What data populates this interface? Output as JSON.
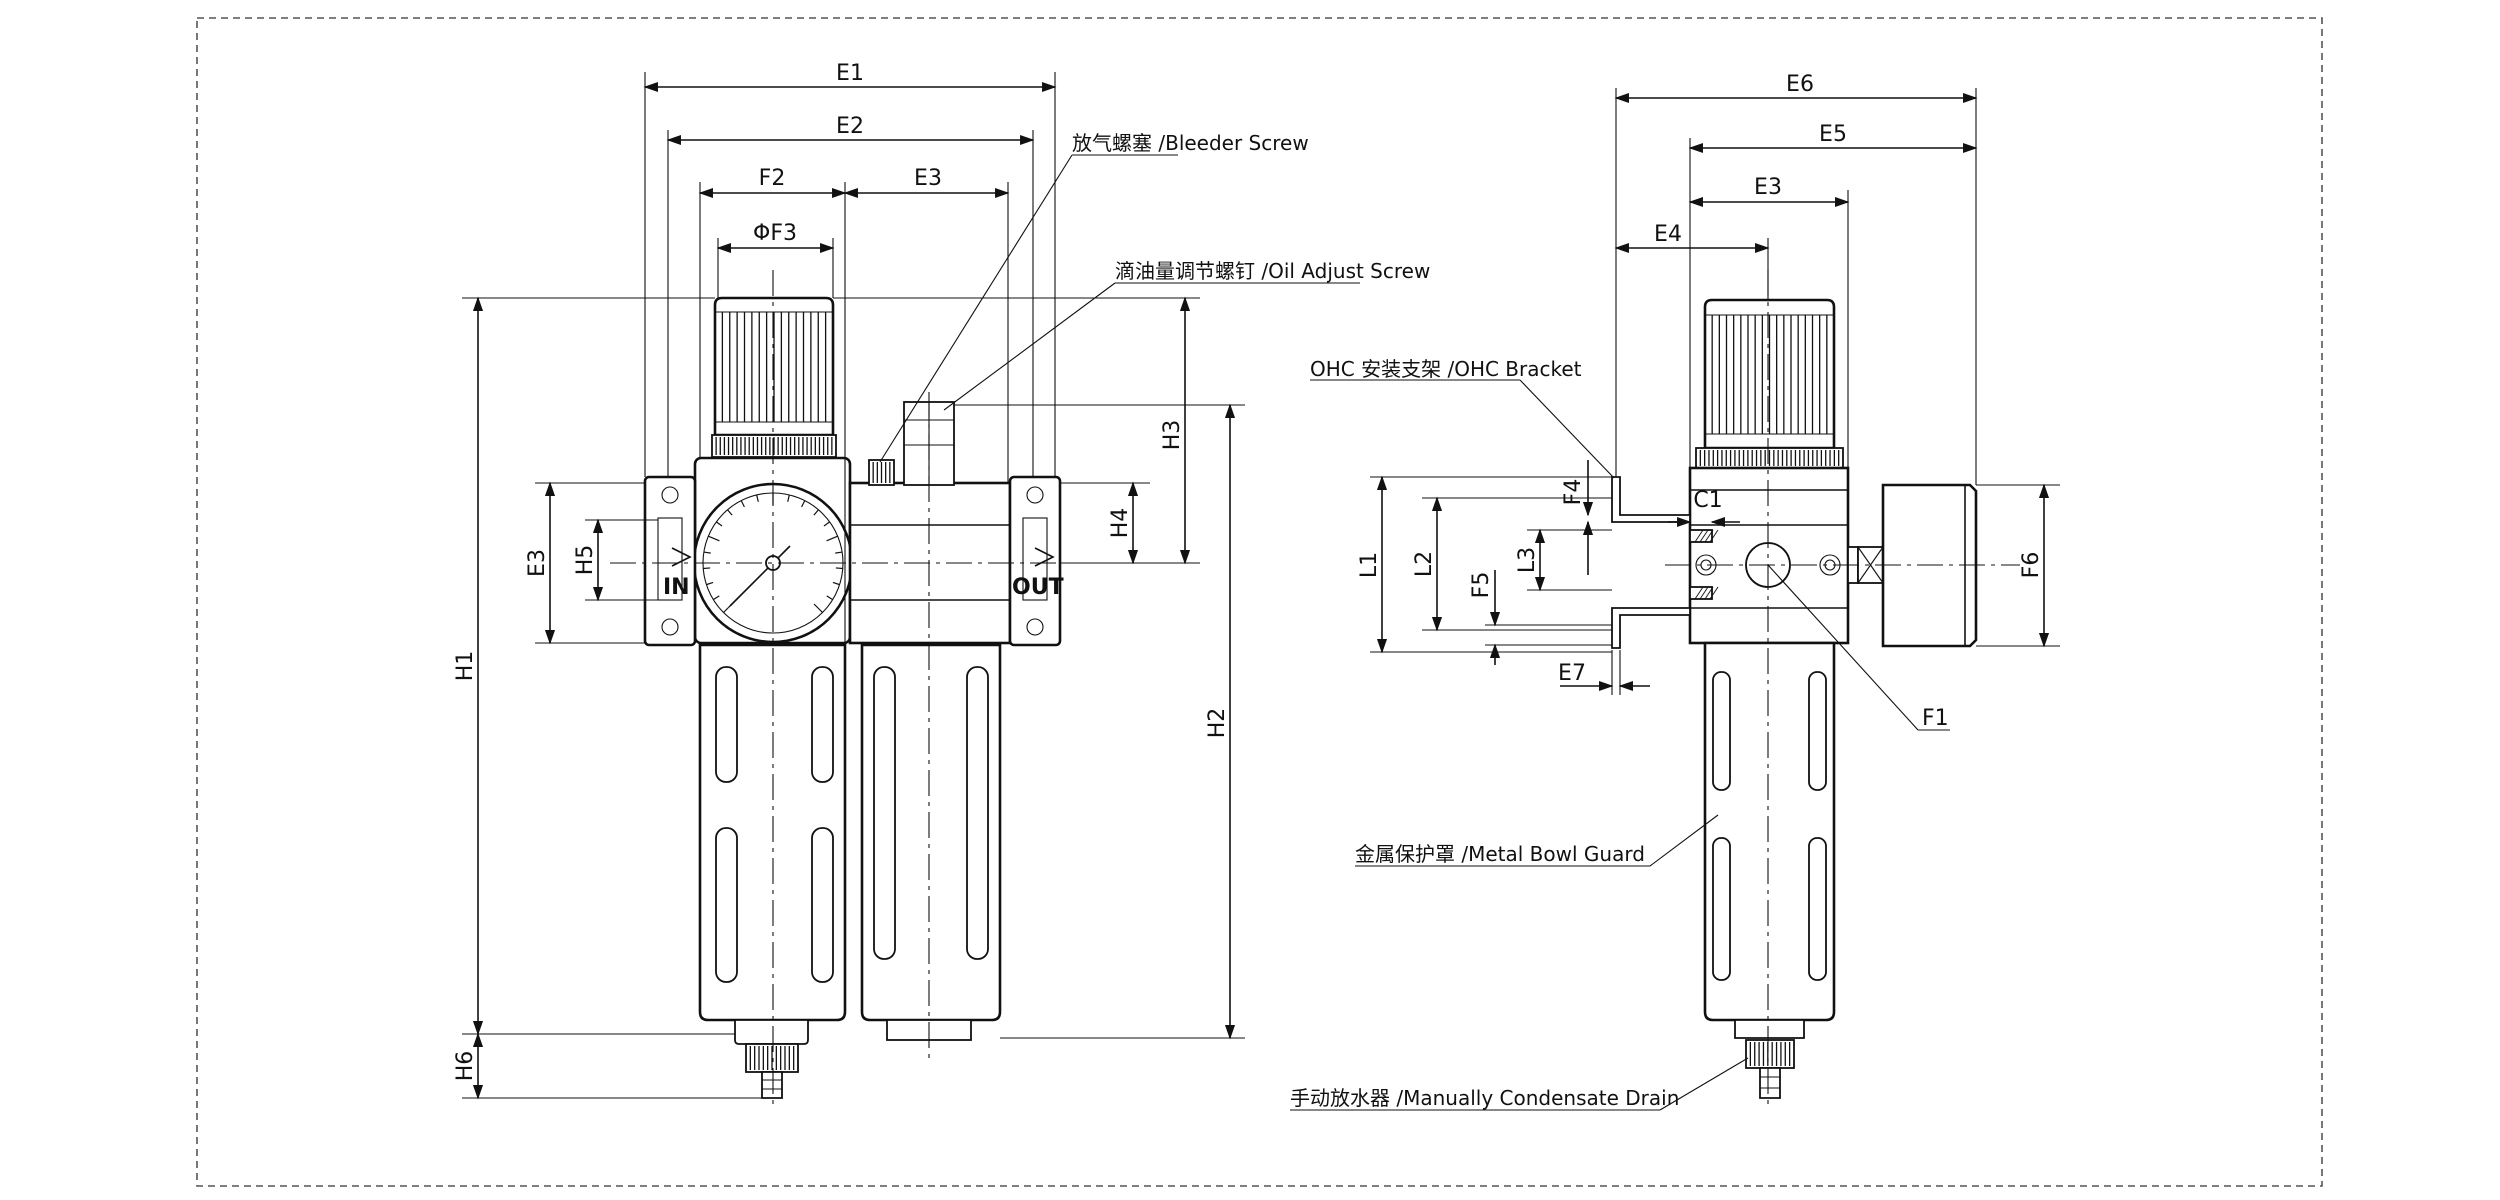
{
  "dimensions": {
    "E1": "E1",
    "E2": "E2",
    "E3": "E3",
    "E4": "E4",
    "E5": "E5",
    "E6": "E6",
    "E7": "E7",
    "F1": "F1",
    "F2": "F2",
    "PhiF3": "ΦF3",
    "F4": "F4",
    "F5": "F5",
    "F6": "F6",
    "H1": "H1",
    "H2": "H2",
    "H3": "H3",
    "H4": "H4",
    "H5": "H5",
    "H6": "H6",
    "L1": "L1",
    "L2": "L2",
    "L3": "L3",
    "C1": "C1"
  },
  "callouts": {
    "bleeder_screw": "放气螺塞 /Bleeder Screw",
    "oil_adjust_screw": "滴油量调节螺钉 /Oil Adjust Screw",
    "ohc_bracket": "OHC 安装支架 /OHC Bracket",
    "metal_bowl_guard": "金属保护罩 /Metal Bowl Guard",
    "condensate_drain": "手动放水器 /Manually Condensate Drain"
  },
  "port_labels": {
    "inlet": "IN",
    "outlet": "OUT"
  }
}
